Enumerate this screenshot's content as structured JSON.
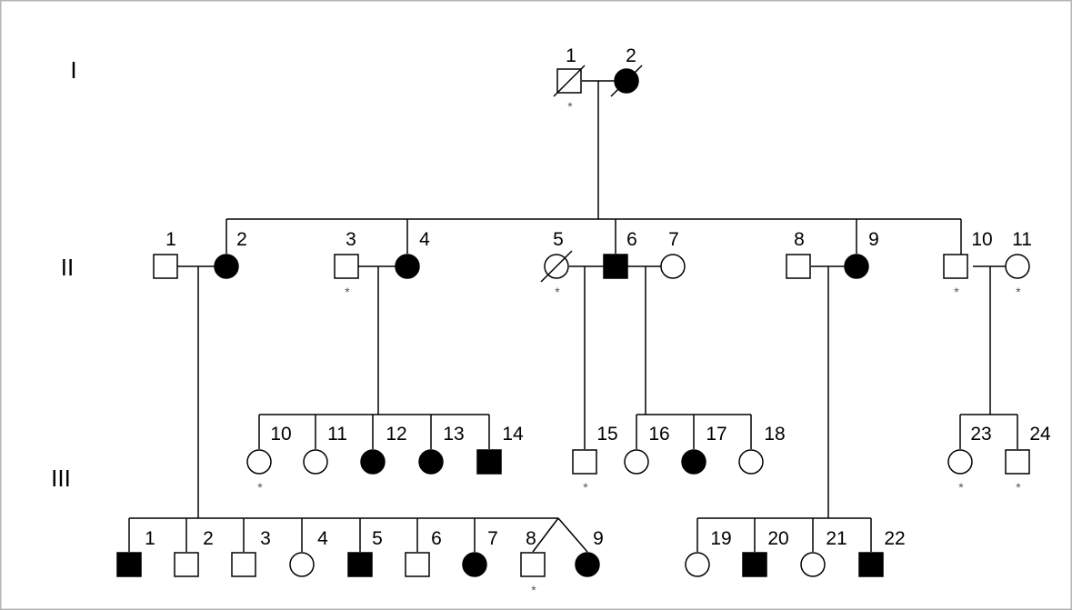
{
  "generations": [
    {
      "id": "I",
      "label": "I"
    },
    {
      "id": "II",
      "label": "II"
    },
    {
      "id": "III",
      "label": "III"
    }
  ],
  "marker": "*",
  "individuals": {
    "I-1": {
      "label": "1",
      "sex": "male",
      "affected": false,
      "deceased": true,
      "marked": true
    },
    "I-2": {
      "label": "2",
      "sex": "female",
      "affected": true,
      "deceased": true,
      "marked": false
    },
    "II-1": {
      "label": "1",
      "sex": "male",
      "affected": false,
      "deceased": false,
      "marked": false
    },
    "II-2": {
      "label": "2",
      "sex": "female",
      "affected": true,
      "deceased": false,
      "marked": false
    },
    "II-3": {
      "label": "3",
      "sex": "male",
      "affected": false,
      "deceased": false,
      "marked": true
    },
    "II-4": {
      "label": "4",
      "sex": "female",
      "affected": true,
      "deceased": false,
      "marked": false
    },
    "II-5": {
      "label": "5",
      "sex": "female",
      "affected": false,
      "deceased": true,
      "marked": true
    },
    "II-6": {
      "label": "6",
      "sex": "male",
      "affected": true,
      "deceased": false,
      "marked": false
    },
    "II-7": {
      "label": "7",
      "sex": "female",
      "affected": false,
      "deceased": false,
      "marked": false
    },
    "II-8": {
      "label": "8",
      "sex": "male",
      "affected": false,
      "deceased": false,
      "marked": false
    },
    "II-9": {
      "label": "9",
      "sex": "female",
      "affected": true,
      "deceased": false,
      "marked": false
    },
    "II-10": {
      "label": "10",
      "sex": "male",
      "affected": false,
      "deceased": false,
      "marked": true
    },
    "II-11": {
      "label": "11",
      "sex": "female",
      "affected": false,
      "deceased": false,
      "marked": true
    },
    "III-1": {
      "label": "1",
      "sex": "male",
      "affected": true,
      "deceased": false,
      "marked": false
    },
    "III-2": {
      "label": "2",
      "sex": "male",
      "affected": false,
      "deceased": false,
      "marked": false
    },
    "III-3": {
      "label": "3",
      "sex": "male",
      "affected": false,
      "deceased": false,
      "marked": false
    },
    "III-4": {
      "label": "4",
      "sex": "female",
      "affected": false,
      "deceased": false,
      "marked": false
    },
    "III-5": {
      "label": "5",
      "sex": "male",
      "affected": true,
      "deceased": false,
      "marked": false
    },
    "III-6": {
      "label": "6",
      "sex": "male",
      "affected": false,
      "deceased": false,
      "marked": false
    },
    "III-7": {
      "label": "7",
      "sex": "female",
      "affected": true,
      "deceased": false,
      "marked": false
    },
    "III-8": {
      "label": "8",
      "sex": "male",
      "affected": false,
      "deceased": false,
      "marked": true
    },
    "III-9": {
      "label": "9",
      "sex": "female",
      "affected": true,
      "deceased": false,
      "marked": false
    },
    "III-10": {
      "label": "10",
      "sex": "female",
      "affected": false,
      "deceased": false,
      "marked": true
    },
    "III-11": {
      "label": "11",
      "sex": "female",
      "affected": false,
      "deceased": false,
      "marked": false
    },
    "III-12": {
      "label": "12",
      "sex": "female",
      "affected": true,
      "deceased": false,
      "marked": false
    },
    "III-13": {
      "label": "13",
      "sex": "female",
      "affected": true,
      "deceased": false,
      "marked": false
    },
    "III-14": {
      "label": "14",
      "sex": "male",
      "affected": true,
      "deceased": false,
      "marked": false
    },
    "III-15": {
      "label": "15",
      "sex": "male",
      "affected": false,
      "deceased": false,
      "marked": true
    },
    "III-16": {
      "label": "16",
      "sex": "female",
      "affected": false,
      "deceased": false,
      "marked": false
    },
    "III-17": {
      "label": "17",
      "sex": "female",
      "affected": true,
      "deceased": false,
      "marked": false
    },
    "III-18": {
      "label": "18",
      "sex": "female",
      "affected": false,
      "deceased": false,
      "marked": false
    },
    "III-19": {
      "label": "19",
      "sex": "female",
      "affected": false,
      "deceased": false,
      "marked": false
    },
    "III-20": {
      "label": "20",
      "sex": "male",
      "affected": true,
      "deceased": false,
      "marked": false
    },
    "III-21": {
      "label": "21",
      "sex": "female",
      "affected": false,
      "deceased": false,
      "marked": false
    },
    "III-22": {
      "label": "22",
      "sex": "male",
      "affected": true,
      "deceased": false,
      "marked": false
    },
    "III-23": {
      "label": "23",
      "sex": "female",
      "affected": false,
      "deceased": false,
      "marked": true
    },
    "III-24": {
      "label": "24",
      "sex": "male",
      "affected": false,
      "deceased": false,
      "marked": true
    }
  },
  "couples": [
    {
      "id": "I-1+I-2",
      "partners": [
        "I-1",
        "I-2"
      ],
      "children": [
        "II-2",
        "II-4",
        "II-6",
        "II-9",
        "II-10"
      ]
    },
    {
      "id": "II-1+II-2",
      "partners": [
        "II-1",
        "II-2"
      ],
      "children": [
        "III-1",
        "III-2",
        "III-3",
        "III-4",
        "III-5",
        "III-6",
        "III-7",
        "III-8",
        "III-9"
      ],
      "twins": [
        "III-8",
        "III-9"
      ]
    },
    {
      "id": "II-3+II-4",
      "partners": [
        "II-3",
        "II-4"
      ],
      "children": [
        "III-10",
        "III-11",
        "III-12",
        "III-13",
        "III-14"
      ]
    },
    {
      "id": "II-5+II-6",
      "partners": [
        "II-5",
        "II-6"
      ],
      "children": [
        "III-15"
      ]
    },
    {
      "id": "II-6+II-7",
      "partners": [
        "II-6",
        "II-7"
      ],
      "children": [
        "III-16",
        "III-17",
        "III-18"
      ]
    },
    {
      "id": "II-8+II-9",
      "partners": [
        "II-8",
        "II-9"
      ],
      "children": [
        "III-19",
        "III-20",
        "III-21",
        "III-22"
      ]
    },
    {
      "id": "II-10+II-11",
      "partners": [
        "II-10",
        "II-11"
      ],
      "children": [
        "III-23",
        "III-24"
      ]
    }
  ]
}
